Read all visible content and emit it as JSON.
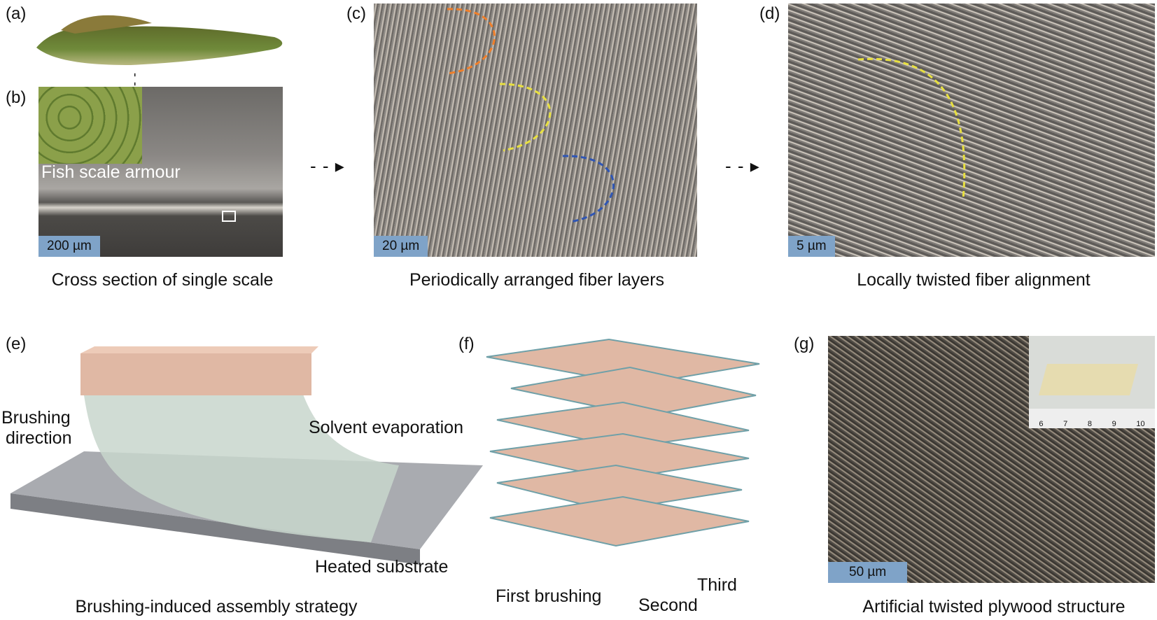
{
  "panels": {
    "a": {
      "label": "(a)"
    },
    "b": {
      "label": "(b)",
      "inset_text": "Fish scale armour",
      "scale_bar": "200 µm",
      "caption": "Cross section of single scale"
    },
    "c": {
      "label": "(c)",
      "scale_bar": "20 µm",
      "caption": "Periodically arranged fiber layers"
    },
    "d": {
      "label": "(d)",
      "scale_bar": "5 µm",
      "caption": "Locally twisted fiber alignment"
    },
    "e": {
      "label": "(e)",
      "annotations": {
        "brushing": "Brushing",
        "direction": "direction",
        "solvent": "Solvent evaporation",
        "substrate": "Heated substrate"
      },
      "caption": "Brushing-induced assembly strategy"
    },
    "f": {
      "label": "(f)",
      "annotations": {
        "first": "First brushing",
        "second": "Second",
        "third": "Third"
      }
    },
    "g": {
      "label": "(g)",
      "scale_bar": "50 µm",
      "caption": "Artificial twisted plywood structure",
      "ruler_ticks": [
        "6",
        "7",
        "8",
        "9",
        "10"
      ]
    }
  },
  "colors": {
    "scale_bar": "#7fa3c8",
    "orange_arrow": "#f07f2a",
    "yellow_arrow": "#e8e040",
    "blue_arrow": "#2f56b5",
    "fiber": "#e0b8a4"
  }
}
